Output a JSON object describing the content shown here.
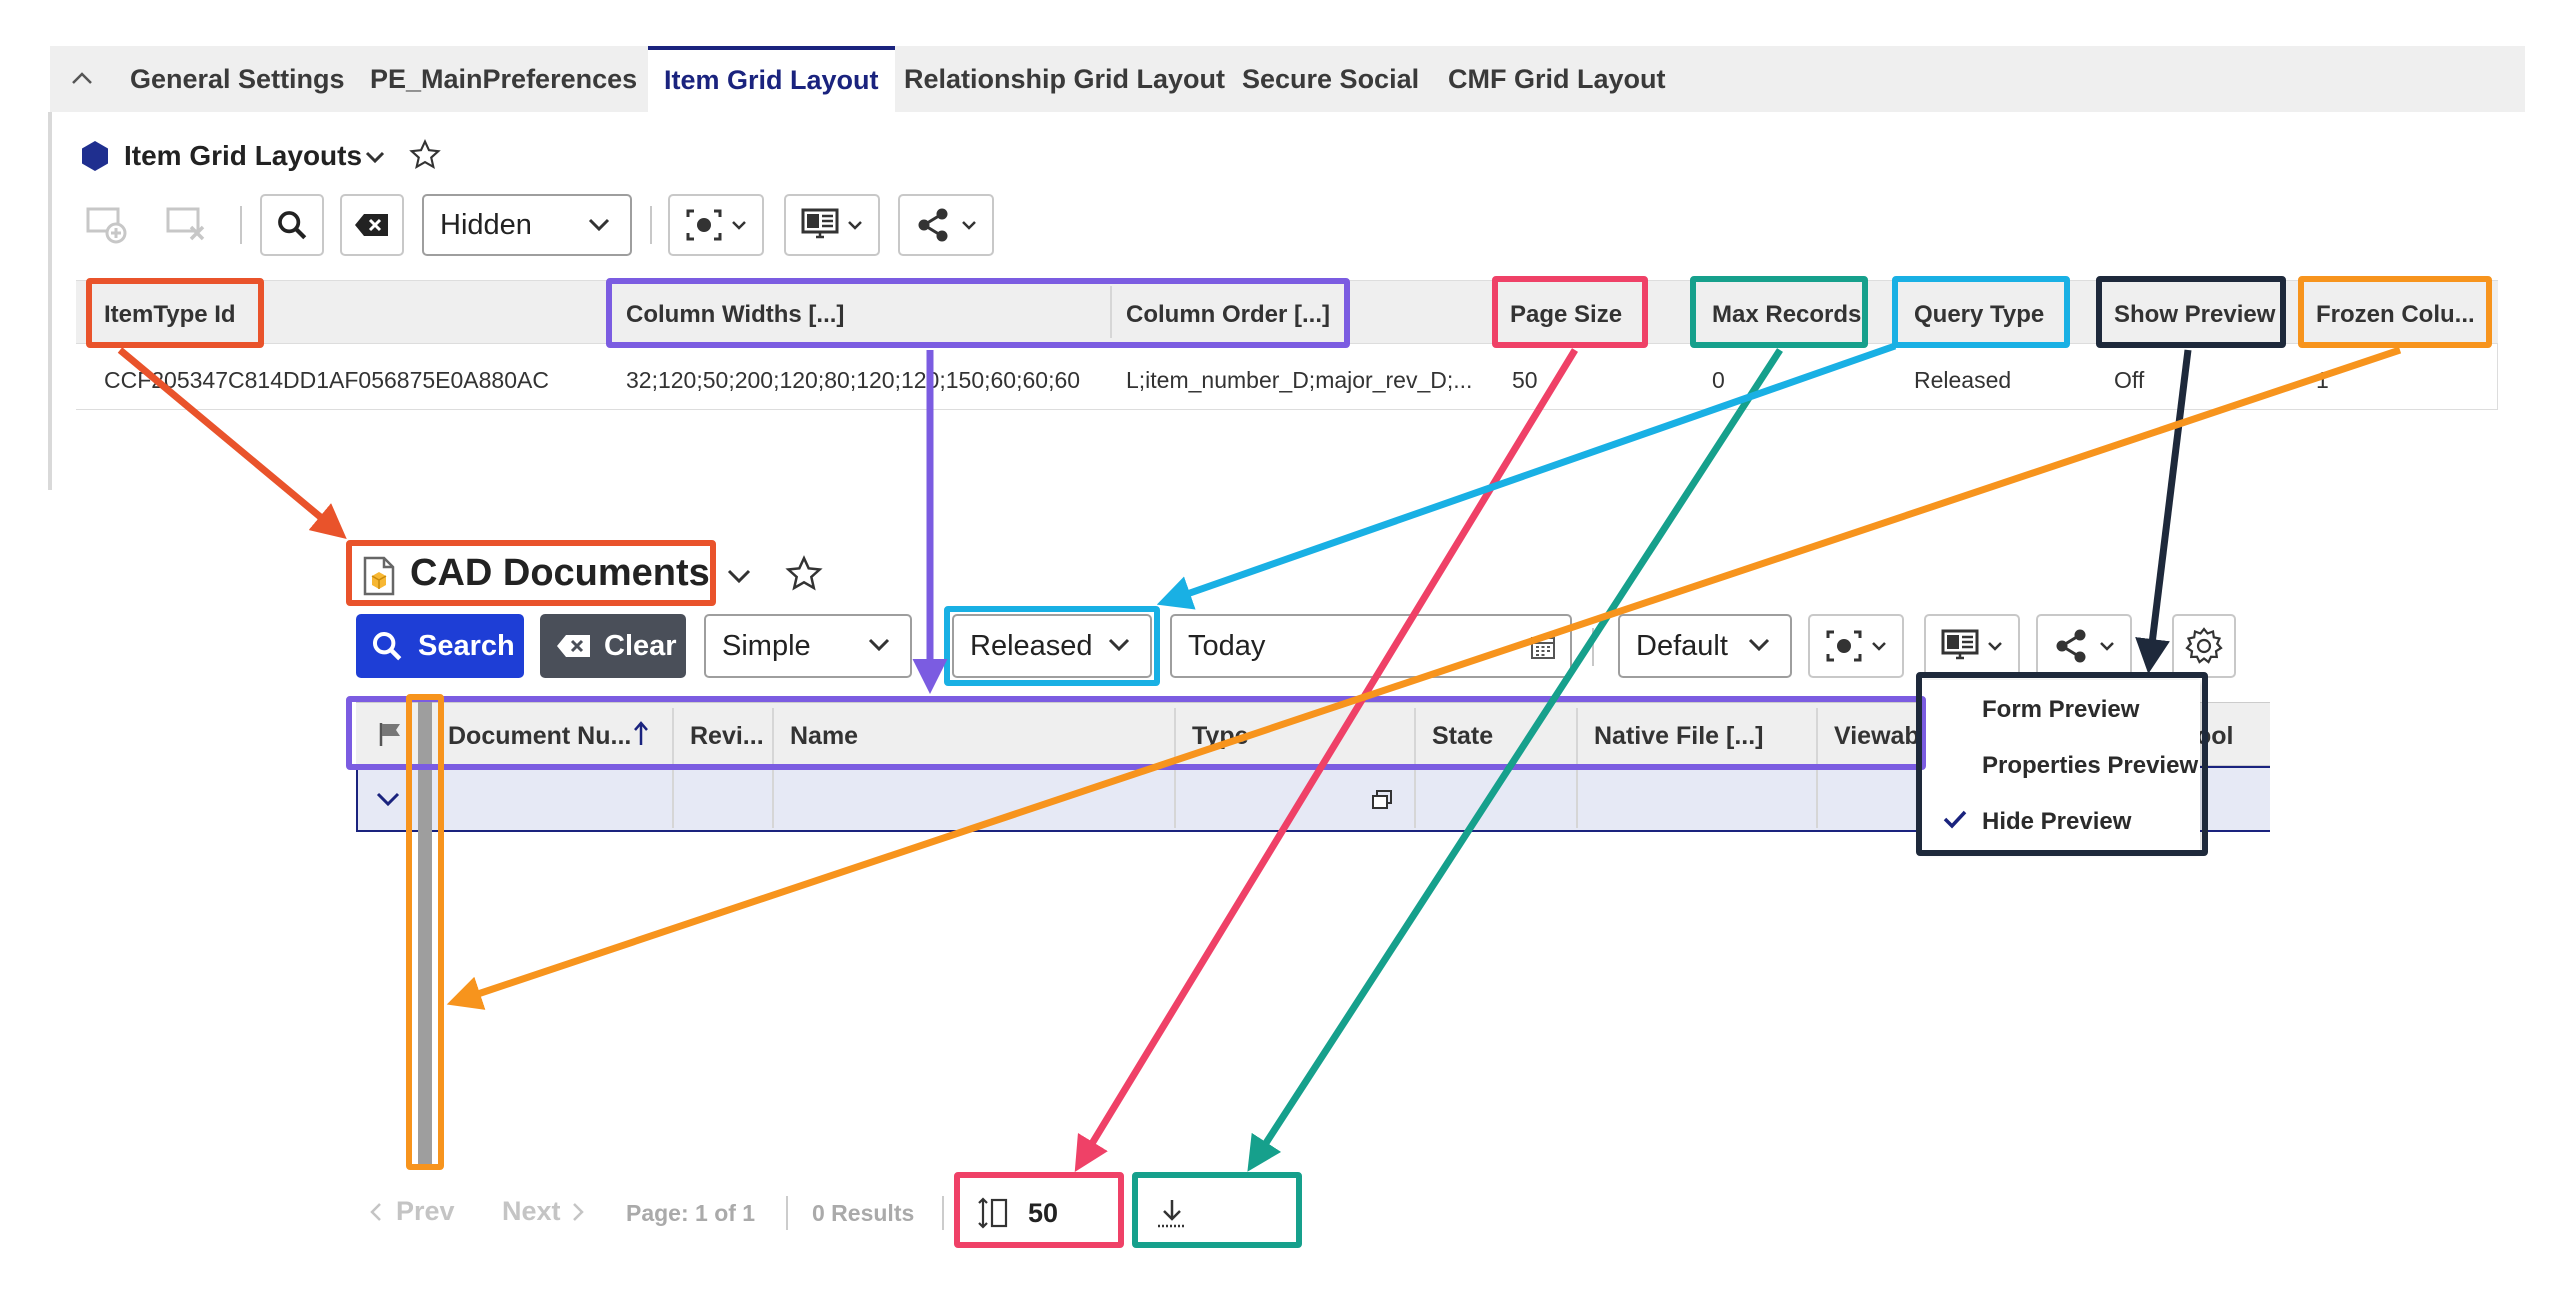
{
  "tabs": [
    {
      "label": "General Settings"
    },
    {
      "label": "PE_MainPreferences"
    },
    {
      "label": "Item Grid Layout",
      "active": true
    },
    {
      "label": "Relationship Grid Layout"
    },
    {
      "label": "Secure Social"
    },
    {
      "label": "CMF Grid Layout"
    }
  ],
  "top_panel": {
    "title": "Item Grid Layouts",
    "view_select": "Hidden",
    "columns": [
      "ItemType Id",
      "Column Widths [...]",
      "Column Order [...]",
      "Page Size",
      "Max Records",
      "Query Type",
      "Show Preview",
      "Frozen Colu..."
    ],
    "row": [
      "CCF205347C814DD1AF056875E0A880AC",
      "32;120;50;200;120;80;120;120;150;60;60;60",
      "L;item_number_D;major_rev_D;...",
      "50",
      "0",
      "Released",
      "Off",
      "1"
    ]
  },
  "cad_panel": {
    "title": "CAD Documents",
    "search_label": "Search",
    "clear_label": "Clear",
    "mode_select": "Simple",
    "query_select": "Released",
    "date_field": "Today",
    "layout_select": "Default",
    "columns": [
      "Document Nu...",
      "Revi...",
      "Name",
      "Type",
      "State",
      "Native File [...]",
      "Viewab",
      "ool"
    ],
    "preview_menu": [
      {
        "label": "Form Preview",
        "checked": false
      },
      {
        "label": "Properties Preview",
        "checked": false
      },
      {
        "label": "Hide Preview",
        "checked": true
      }
    ],
    "pager": {
      "prev": "Prev",
      "next": "Next",
      "page": "Page: 1 of 1",
      "results": "0 Results",
      "page_size": "50"
    }
  },
  "colors": {
    "itemtype": "#e9532b",
    "column_widths": "#7b5ce1",
    "page_size": "#ef4167",
    "max_records": "#16a08c",
    "query_type": "#19b0e4",
    "show_preview": "#1e293b",
    "frozen": "#f7941d",
    "primary": "#1e3ed6"
  }
}
